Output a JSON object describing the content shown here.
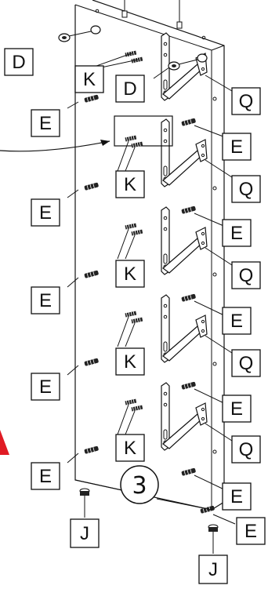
{
  "step_number": "3",
  "parts": {
    "D": "D",
    "E": "E",
    "K": "K",
    "Q": "Q",
    "J": "J"
  },
  "colors": {
    "ink": "#111111",
    "panel": "#ffffff",
    "warning": "#e01b24"
  }
}
